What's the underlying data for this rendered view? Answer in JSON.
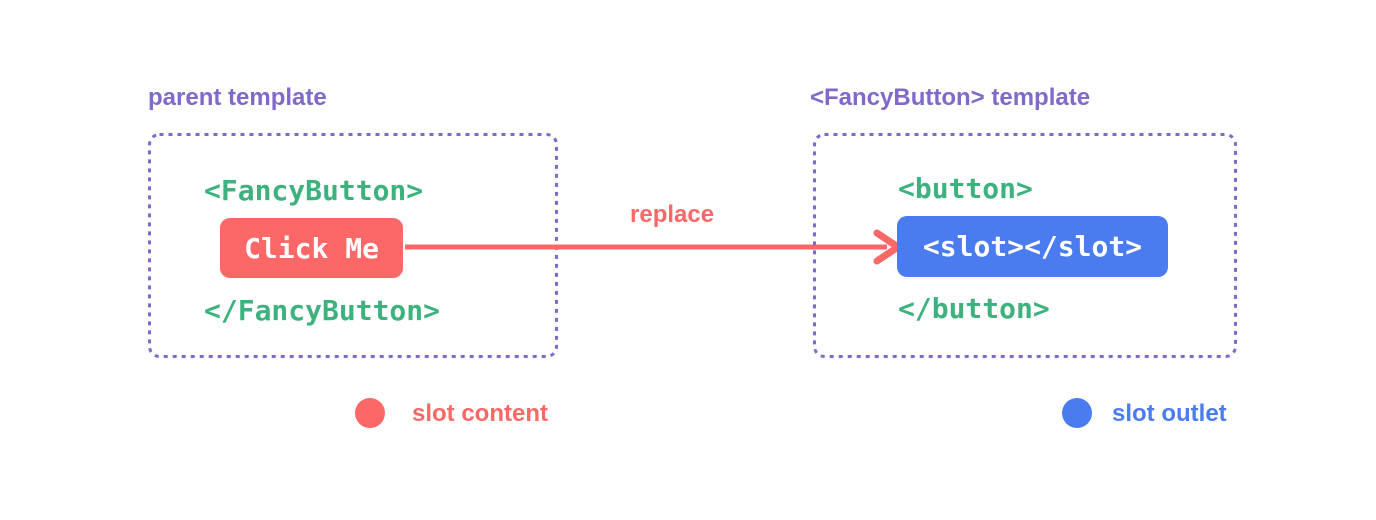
{
  "colors": {
    "purple": "#8168cb",
    "green": "#3eb27e",
    "red": "#fc6767",
    "blue": "#4a7cf0",
    "white": "#ffffff",
    "background": "#ffffff"
  },
  "parent_panel": {
    "title": "parent template",
    "open_tag": "<FancyButton>",
    "slot_content_label": "Click Me",
    "close_tag": "</FancyButton>"
  },
  "arrow": {
    "label": "replace"
  },
  "fancy_button_panel": {
    "title": "<FancyButton> template",
    "open_tag": "<button>",
    "slot_outlet_label": "<slot></slot>",
    "close_tag": "</button>"
  },
  "legend": {
    "slot_content": "slot content",
    "slot_outlet": "slot outlet"
  }
}
